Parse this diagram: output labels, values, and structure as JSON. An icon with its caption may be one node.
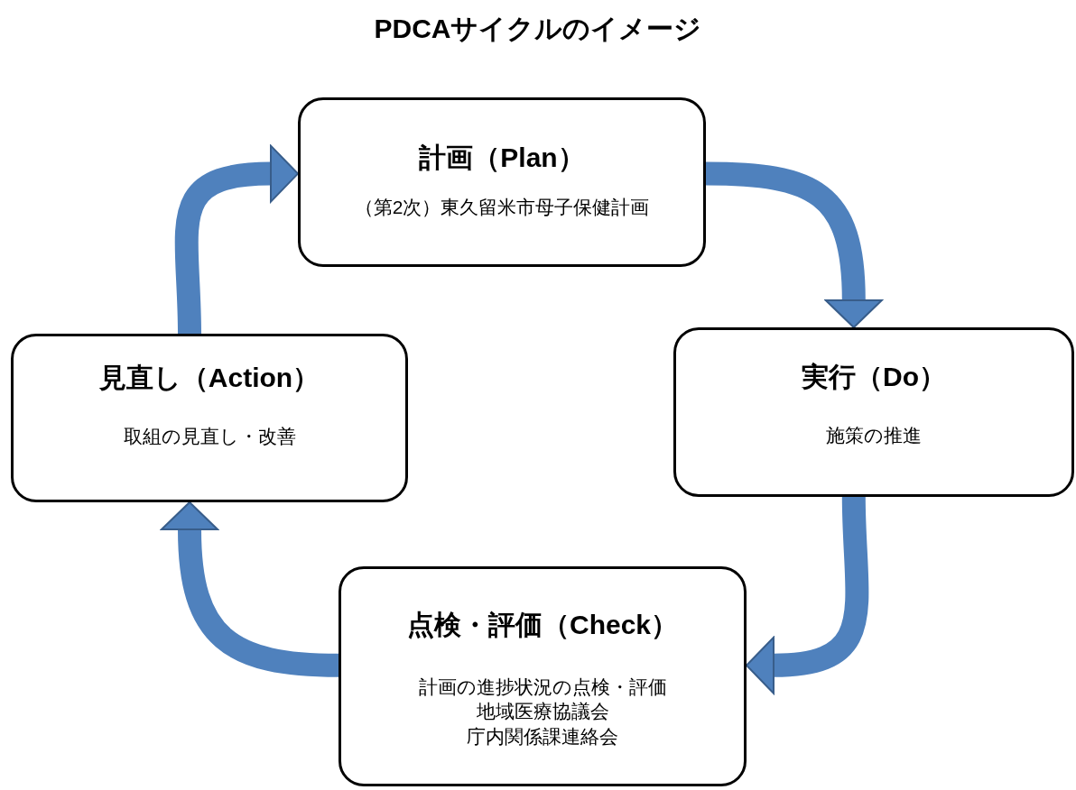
{
  "diagram": {
    "title": "PDCAサイクルのイメージ",
    "nodes": [
      {
        "text": [
          "計画（Plan）",
          "（第2次）東久留米市母子保健計画"
        ]
      },
      {
        "text": [
          "実行（Do）",
          "施策の推進"
        ]
      },
      {
        "text": [
          "点検・評価（Check）",
          "計画の進捗状況の点検・評価",
          "地域医療協議会",
          "庁内関係課連絡会"
        ]
      },
      {
        "text": [
          "見直し（Action）",
          "取組の見直し・改善"
        ]
      }
    ],
    "edges": [
      {
        "from": 0,
        "to": 1,
        "arrow": "to"
      },
      {
        "from": 1,
        "to": 2,
        "arrow": "to"
      },
      {
        "from": 2,
        "to": 3,
        "arrow": "to"
      },
      {
        "from": 3,
        "to": 0,
        "arrow": "to"
      }
    ]
  }
}
